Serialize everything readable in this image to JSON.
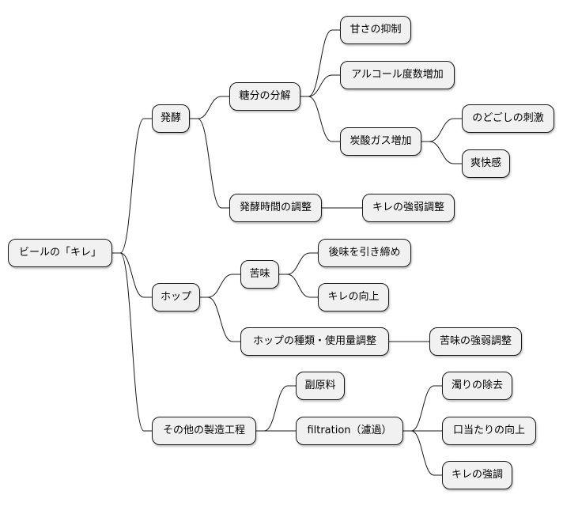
{
  "root": {
    "label": "ビールの「キレ」",
    "children": [
      {
        "label": "発酵",
        "children": [
          {
            "label": "糖分の分解",
            "children": [
              {
                "label": "甘さの抑制"
              },
              {
                "label": "アルコール度数増加"
              },
              {
                "label": "炭酸ガス増加",
                "children": [
                  {
                    "label": "のどごしの刺激"
                  },
                  {
                    "label": "爽快感"
                  }
                ]
              }
            ]
          },
          {
            "label": "発酵時間の調整",
            "children": [
              {
                "label": "キレの強弱調整"
              }
            ]
          }
        ]
      },
      {
        "label": "ホップ",
        "children": [
          {
            "label": "苦味",
            "children": [
              {
                "label": "後味を引き締め"
              },
              {
                "label": "キレの向上"
              }
            ]
          },
          {
            "label": "ホップの種類・使用量調整",
            "children": [
              {
                "label": "苦味の強弱調整"
              }
            ]
          }
        ]
      },
      {
        "label": "その他の製造工程",
        "children": [
          {
            "label": "副原料"
          },
          {
            "label": "filtration（濾過）",
            "children": [
              {
                "label": "濁りの除去"
              },
              {
                "label": "口当たりの向上"
              },
              {
                "label": "キレの強調"
              }
            ]
          }
        ]
      }
    ]
  }
}
